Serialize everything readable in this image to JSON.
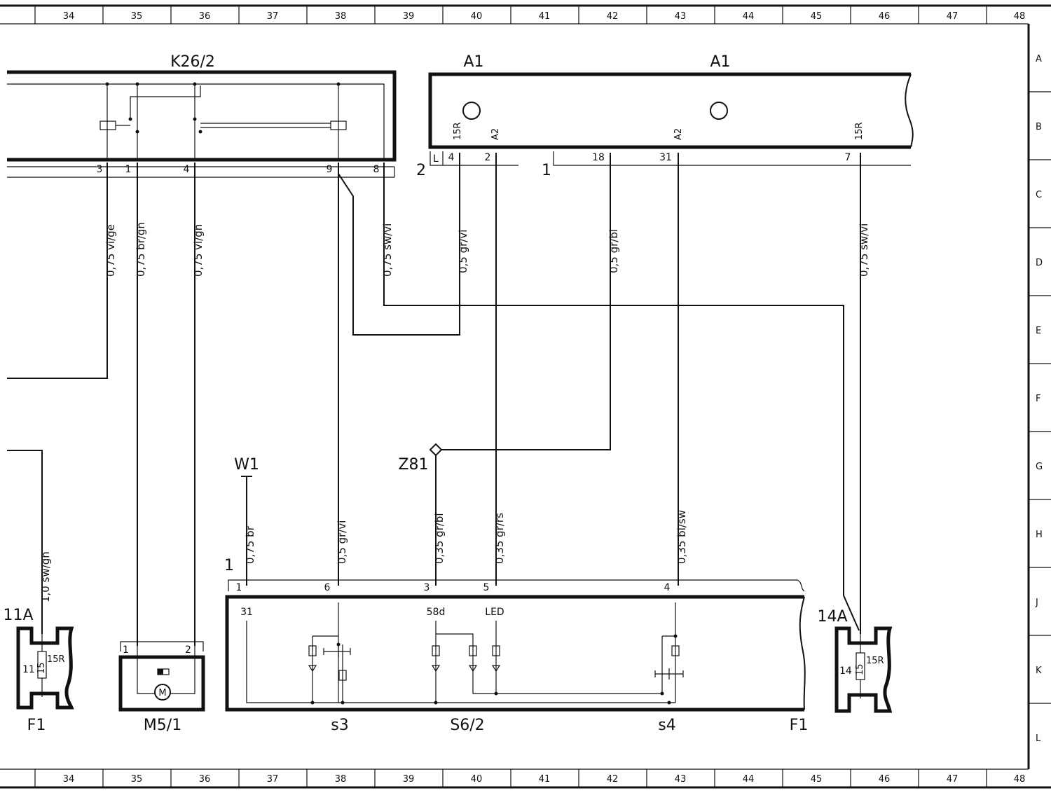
{
  "grid": {
    "columns": [
      "34",
      "35",
      "36",
      "37",
      "38",
      "39",
      "40",
      "41",
      "42",
      "43",
      "44",
      "45",
      "46",
      "47",
      "48"
    ],
    "rows": [
      "A",
      "B",
      "C",
      "D",
      "E",
      "F",
      "G",
      "H",
      "J",
      "K",
      "L"
    ]
  },
  "components": {
    "k26_2": "K26/2",
    "a1_left": "A1",
    "a1_right": "A1",
    "w1": "W1",
    "z81": "Z81",
    "f1_left": "F1",
    "f1_right": "F1",
    "m5_1": "M5/1",
    "s3": "s3",
    "s6_2": "S6/2",
    "s4": "s4",
    "fuse_11a": "11A",
    "fuse_14a": "14A",
    "fuse_11": "11",
    "fuse_14": "14",
    "fuse_15r_left": "15R",
    "fuse_15r_right": "15R",
    "fuse_15_left": "15",
    "fuse_15_right": "15"
  },
  "connectors": {
    "a1_conn2": "2",
    "a1_conn2_L": "L",
    "a1_conn1": "1",
    "s6_conn1": "1"
  },
  "pins": {
    "k26_3": "3",
    "k26_1": "1",
    "k26_4": "4",
    "k26_9": "9",
    "k26_8": "8",
    "a1_15r_left": "15R",
    "a1_a2_left": "A2",
    "a1_a2_right": "A2",
    "a1_15r_right": "15R",
    "a1_4": "4",
    "a1_2": "2",
    "a1_18": "18",
    "a1_31": "31",
    "a1_7": "7",
    "s6_1": "1",
    "s6_6": "6",
    "s6_3": "3",
    "s6_5": "5",
    "s6_4": "4",
    "s6_31": "31",
    "s6_58d": "58d",
    "s6_led": "LED",
    "m5_1": "1",
    "m5_2": "2",
    "motor": "M"
  },
  "wires": {
    "w_k26_3": "0,75 vi/ge",
    "w_k26_1": "0,75 br/gn",
    "w_k26_4": "0,75 vi/gn",
    "w_k26_8": "0,75 sw/vi",
    "w_a1_4": "0,5 gr/vi",
    "w_a1_18": "0,5 gr/bl",
    "w_a1_7": "0,75 sw/vi",
    "w_f1": "1,0 sw/gn",
    "w_s6_1": "0,75 br",
    "w_s6_6": "0,5  gr/vi",
    "w_s6_3": "0,35 gr/bl",
    "w_s6_5": "0,35 gr/rs",
    "w_s6_4": "0,35 bl/sw"
  }
}
